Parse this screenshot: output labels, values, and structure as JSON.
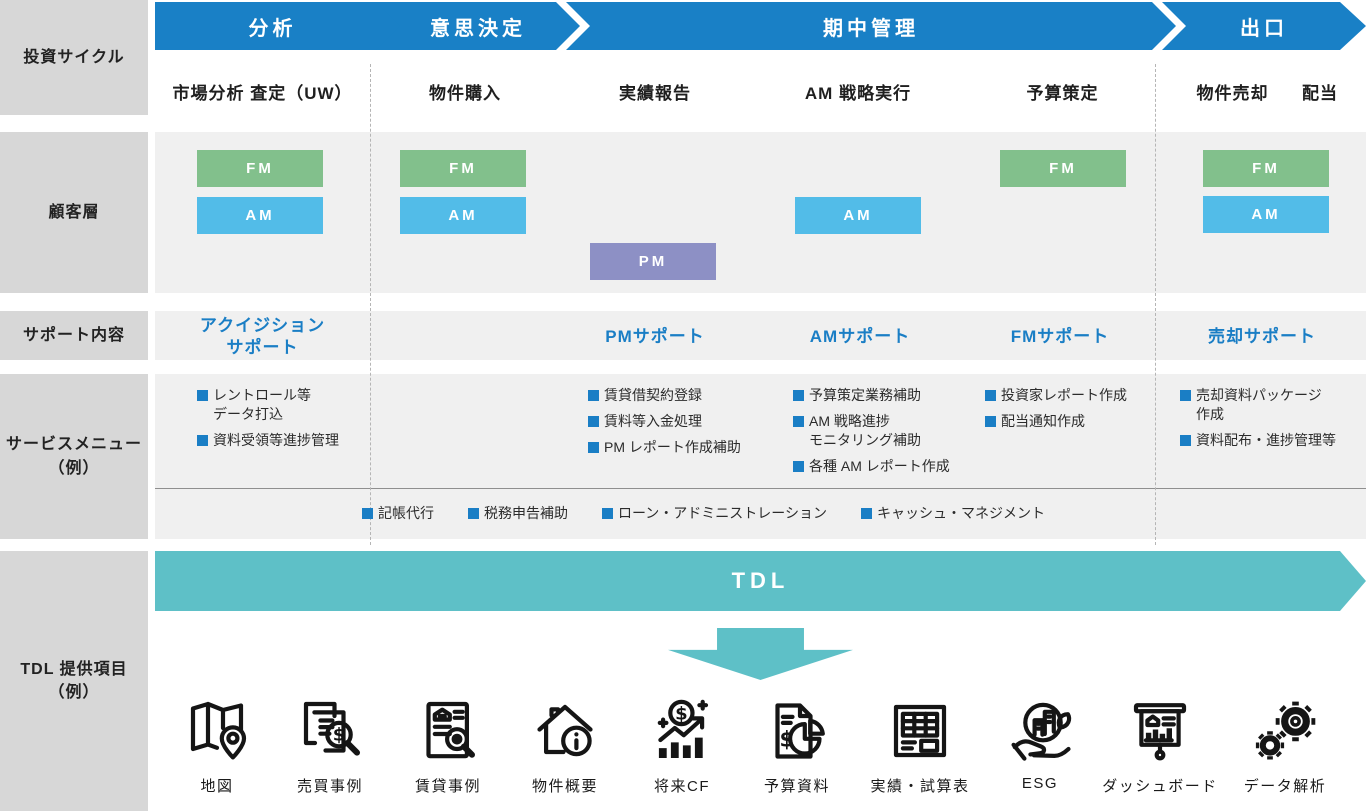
{
  "rows": {
    "cycle_label": "投資サイクル",
    "customers_label": "顧客層",
    "support_label": "サポート内容",
    "services_label": "サービスメニュー\n（例）",
    "tdl_label": "TDL 提供項目（例）"
  },
  "phases": [
    "分析",
    "意思決定",
    "期中管理",
    "出口"
  ],
  "stages": [
    "市場分析 査定（UW）",
    "物件購入",
    "実績報告",
    "AM 戦略実行",
    "予算策定",
    "物件売却",
    "配当"
  ],
  "badges": {
    "analysis_fm": "FM",
    "analysis_am": "AM",
    "purchase_fm": "FM",
    "purchase_am": "AM",
    "report_pm": "PM",
    "strategy_am": "AM",
    "budget_fm": "FM",
    "sale_fm": "FM",
    "sale_am": "AM"
  },
  "support": {
    "acquisition": "アクイジション\nサポート",
    "pm": "PMサポート",
    "am": "AMサポート",
    "fm": "FMサポート",
    "sale": "売却サポート"
  },
  "services": {
    "analysis": [
      "レントロール等\nデータ打込",
      "資料受領等進捗管理"
    ],
    "pm": [
      "賃貸借契約登録",
      "賃料等入金処理",
      "PM レポート作成補助"
    ],
    "am": [
      "予算策定業務補助",
      "AM 戦略進捗\nモニタリング補助",
      "各種 AM レポート作成"
    ],
    "fm": [
      "投資家レポート作成",
      "配当通知作成"
    ],
    "sale": [
      "売却資料パッケージ\n作成",
      "資料配布・進捗管理等"
    ],
    "shared": [
      "記帳代行",
      "税務申告補助",
      "ローン・アドミニストレーション",
      "キャッシュ・マネジメント"
    ]
  },
  "tdl": {
    "band": "TDL",
    "items": [
      {
        "icon": "map-icon",
        "label": "地図"
      },
      {
        "icon": "sale-cases-icon",
        "label": "売買事例"
      },
      {
        "icon": "rental-cases-icon",
        "label": "賃貸事例"
      },
      {
        "icon": "property-overview-icon",
        "label": "物件概要"
      },
      {
        "icon": "future-cf-icon",
        "label": "将来CF"
      },
      {
        "icon": "budget-docs-icon",
        "label": "予算資料"
      },
      {
        "icon": "results-trial-balance-icon",
        "label": "実績・試算表"
      },
      {
        "icon": "esg-icon",
        "label": "ESG"
      },
      {
        "icon": "dashboard-icon",
        "label": "ダッシュボード"
      },
      {
        "icon": "data-analysis-icon",
        "label": "データ解析"
      }
    ]
  },
  "colors": {
    "banner_blue": "#1980c6",
    "fm_green": "#82c08c",
    "am_blue": "#52bce8",
    "pm_purple": "#8d90c5",
    "tdl_teal": "#5ec0c7",
    "accent_blue": "#1a7ec5",
    "label_gray": "#d7d7d7",
    "row_gray": "#f0f0f0"
  }
}
